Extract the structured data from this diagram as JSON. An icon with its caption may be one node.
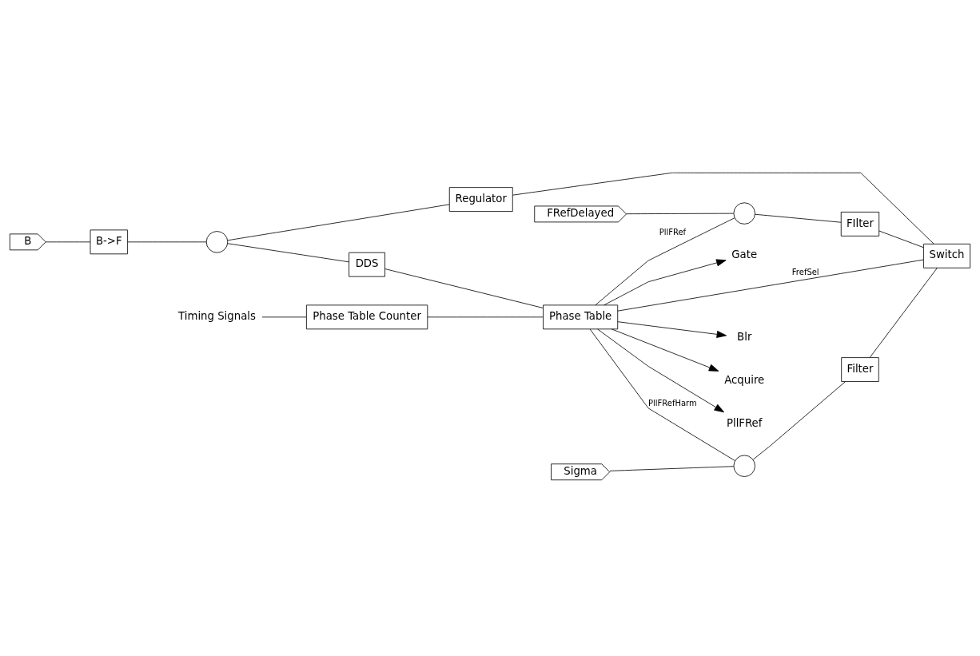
{
  "diagram": {
    "nodes": [
      {
        "text": [
          "Regulator"
        ]
      },
      {
        "text": [
          "FRefDelayed"
        ]
      },
      {
        "text": [
          "Sigma"
        ]
      },
      {
        "text": [
          "Switch"
        ]
      },
      {
        "text": [
          "Phase Table"
        ]
      },
      {
        "text": [],
        "shape": "circle"
      },
      {
        "text": [
          "FIlter"
        ]
      },
      {
        "text": [],
        "shape": "circle"
      },
      {
        "text": [
          "Filter"
        ]
      },
      {
        "text": [],
        "shape": "circle"
      },
      {
        "text": [
          "DDS"
        ]
      },
      {
        "text": [
          "B->F"
        ]
      },
      {
        "text": [
          "Phase Table Counter"
        ]
      },
      {
        "text": [
          "B"
        ]
      },
      {
        "text": [
          "Timing Signals"
        ]
      },
      {
        "text": [
          "PllFRef"
        ]
      },
      {
        "text": [
          "Gate"
        ]
      },
      {
        "text": [
          "Blr"
        ]
      },
      {
        "text": [
          "Acquire"
        ]
      }
    ],
    "edges": [
      {
        "from": 13,
        "to": 11,
        "arrow": "none"
      },
      {
        "from": 11,
        "to": 9,
        "arrow": "none"
      },
      {
        "from": 9,
        "to": 0,
        "arrow": "none"
      },
      {
        "from": 0,
        "to": 3,
        "arrow": "none"
      },
      {
        "from": 9,
        "to": 10,
        "arrow": "none"
      },
      {
        "from": 10,
        "to": 4,
        "arrow": "none"
      },
      {
        "from": 14,
        "to": 12,
        "arrow": "none"
      },
      {
        "from": 12,
        "to": 4,
        "arrow": "none"
      },
      {
        "from": 1,
        "to": 5,
        "arrow": "none"
      },
      {
        "from": 2,
        "to": 7,
        "arrow": "none"
      },
      {
        "from": 4,
        "to": 5,
        "arrow": "none",
        "label": "PllFRef"
      },
      {
        "from": 4,
        "to": 7,
        "arrow": "none",
        "label": "PllFRefHarm"
      },
      {
        "from": 4,
        "to": 3,
        "arrow": "none",
        "label": "FrefSel"
      },
      {
        "from": 5,
        "to": 6,
        "arrow": "none"
      },
      {
        "from": 7,
        "to": 8,
        "arrow": "none"
      },
      {
        "from": 6,
        "to": 3,
        "arrow": "none"
      },
      {
        "from": 8,
        "to": 3,
        "arrow": "none"
      },
      {
        "from": 4,
        "to": 15,
        "arrow": "to"
      },
      {
        "from": 4,
        "to": 16,
        "arrow": "to"
      },
      {
        "from": 4,
        "to": 17,
        "arrow": "to"
      },
      {
        "from": 4,
        "to": 18,
        "arrow": "to"
      }
    ]
  }
}
